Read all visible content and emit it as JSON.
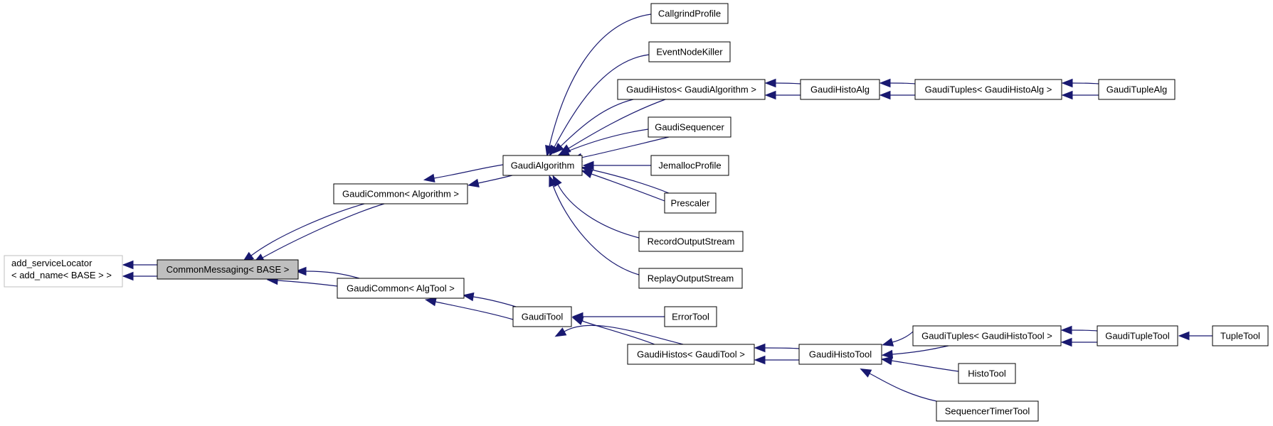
{
  "diagram": {
    "colors": {
      "edge": "#191970",
      "root_fill": "#bfbfbf",
      "external_border": "#bfbfbf",
      "node_border": "#000000",
      "background": "#ffffff"
    },
    "nodes": [
      {
        "id": "add_serviceLocator",
        "lines": [
          "add_serviceLocator",
          "< add_name< BASE > >"
        ],
        "style": "external"
      },
      {
        "id": "CommonMessaging",
        "lines": [
          "CommonMessaging< BASE >"
        ],
        "style": "root"
      },
      {
        "id": "GaudiCommonAlgorithm",
        "lines": [
          "GaudiCommon< Algorithm >"
        ]
      },
      {
        "id": "GaudiCommonAlgTool",
        "lines": [
          "GaudiCommon< AlgTool >"
        ]
      },
      {
        "id": "GaudiAlgorithm",
        "lines": [
          "GaudiAlgorithm"
        ]
      },
      {
        "id": "GaudiTool",
        "lines": [
          "GaudiTool"
        ]
      },
      {
        "id": "CallgrindProfile",
        "lines": [
          "CallgrindProfile"
        ]
      },
      {
        "id": "EventNodeKiller",
        "lines": [
          "EventNodeKiller"
        ]
      },
      {
        "id": "GaudiHistosAlg",
        "lines": [
          "GaudiHistos< GaudiAlgorithm >"
        ]
      },
      {
        "id": "GaudiSequencer",
        "lines": [
          "GaudiSequencer"
        ]
      },
      {
        "id": "JemallocProfile",
        "lines": [
          "JemallocProfile"
        ]
      },
      {
        "id": "Prescaler",
        "lines": [
          "Prescaler"
        ]
      },
      {
        "id": "RecordOutputStream",
        "lines": [
          "RecordOutputStream"
        ]
      },
      {
        "id": "ReplayOutputStream",
        "lines": [
          "ReplayOutputStream"
        ]
      },
      {
        "id": "GaudiHistoAlg",
        "lines": [
          "GaudiHistoAlg"
        ]
      },
      {
        "id": "GaudiTuplesAlg",
        "lines": [
          "GaudiTuples< GaudiHistoAlg >"
        ]
      },
      {
        "id": "GaudiTupleAlg",
        "lines": [
          "GaudiTupleAlg"
        ]
      },
      {
        "id": "ErrorTool",
        "lines": [
          "ErrorTool"
        ]
      },
      {
        "id": "GaudiHistosTool",
        "lines": [
          "GaudiHistos< GaudiTool >"
        ]
      },
      {
        "id": "GaudiHistoTool",
        "lines": [
          "GaudiHistoTool"
        ]
      },
      {
        "id": "GaudiTuplesTool",
        "lines": [
          "GaudiTuples< GaudiHistoTool >"
        ]
      },
      {
        "id": "GaudiTupleTool",
        "lines": [
          "GaudiTupleTool"
        ]
      },
      {
        "id": "TupleTool",
        "lines": [
          "TupleTool"
        ]
      },
      {
        "id": "HistoTool",
        "lines": [
          "HistoTool"
        ]
      },
      {
        "id": "SequencerTimerTool",
        "lines": [
          "SequencerTimerTool"
        ]
      }
    ],
    "edges": [
      {
        "from": "CommonMessaging",
        "to": "add_serviceLocator"
      },
      {
        "from": "GaudiCommonAlgorithm",
        "to": "CommonMessaging"
      },
      {
        "from": "GaudiCommonAlgTool",
        "to": "CommonMessaging"
      },
      {
        "from": "GaudiAlgorithm",
        "to": "GaudiCommonAlgorithm"
      },
      {
        "from": "GaudiTool",
        "to": "GaudiCommonAlgTool"
      },
      {
        "from": "CallgrindProfile",
        "to": "GaudiAlgorithm"
      },
      {
        "from": "EventNodeKiller",
        "to": "GaudiAlgorithm"
      },
      {
        "from": "GaudiHistosAlg",
        "to": "GaudiAlgorithm"
      },
      {
        "from": "GaudiSequencer",
        "to": "GaudiAlgorithm"
      },
      {
        "from": "JemallocProfile",
        "to": "GaudiAlgorithm"
      },
      {
        "from": "Prescaler",
        "to": "GaudiAlgorithm"
      },
      {
        "from": "RecordOutputStream",
        "to": "GaudiAlgorithm"
      },
      {
        "from": "ReplayOutputStream",
        "to": "GaudiAlgorithm"
      },
      {
        "from": "GaudiHistoAlg",
        "to": "GaudiHistosAlg"
      },
      {
        "from": "GaudiTuplesAlg",
        "to": "GaudiHistoAlg"
      },
      {
        "from": "GaudiTupleAlg",
        "to": "GaudiTuplesAlg"
      },
      {
        "from": "ErrorTool",
        "to": "GaudiTool"
      },
      {
        "from": "GaudiHistosTool",
        "to": "GaudiTool"
      },
      {
        "from": "GaudiHistoTool",
        "to": "GaudiHistosTool"
      },
      {
        "from": "GaudiTuplesTool",
        "to": "GaudiHistoTool"
      },
      {
        "from": "HistoTool",
        "to": "GaudiHistoTool"
      },
      {
        "from": "SequencerTimerTool",
        "to": "GaudiHistoTool"
      },
      {
        "from": "GaudiTupleTool",
        "to": "GaudiTuplesTool"
      },
      {
        "from": "TupleTool",
        "to": "GaudiTupleTool"
      }
    ]
  }
}
